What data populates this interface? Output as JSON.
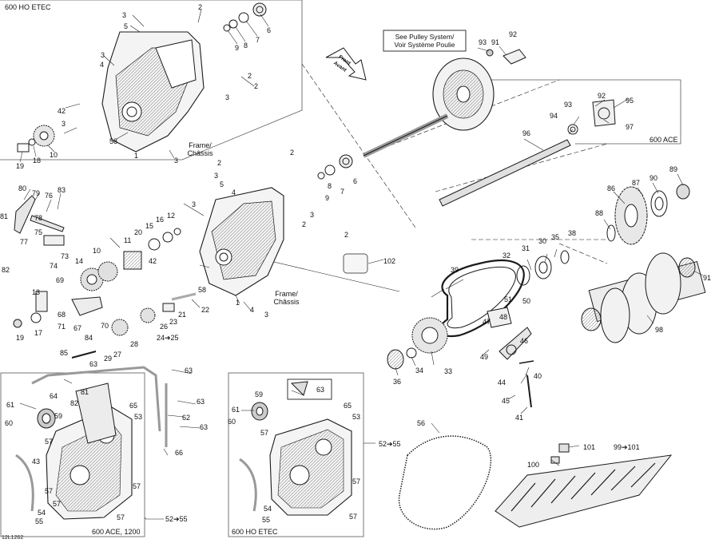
{
  "header_left": "600 HO ETEC",
  "box_ace_label": "600 ACE",
  "bottom_left_label": "600 ACE, 1200",
  "bottom_mid_label": "600 HO ETEC",
  "pulley_note": "See Pulley System/\nVoir Système Poulie",
  "front_arrow": "Front\nAvant",
  "frame_chassis_1": "Frame/\nChâssis",
  "frame_chassis_2": "Frame/\nChâssis",
  "image_code": "12L1262",
  "colors": {
    "line": "#1a1a1a",
    "box": "#555555",
    "fill_part": "#eaeaea"
  },
  "callouts": [
    {
      "id": "c-600ho-3a",
      "text": "3"
    },
    {
      "id": "c-2a",
      "text": "2"
    },
    {
      "id": "c-5a",
      "text": "5"
    },
    {
      "id": "c-6a",
      "text": "6"
    },
    {
      "id": "c-7a",
      "text": "7"
    },
    {
      "id": "c-8a",
      "text": "8"
    },
    {
      "id": "c-9a",
      "text": "9"
    },
    {
      "id": "c-3b",
      "text": "3"
    },
    {
      "id": "c-4a",
      "text": "4"
    },
    {
      "id": "c-2b",
      "text": "2"
    },
    {
      "id": "c-2c",
      "text": "2"
    },
    {
      "id": "c-3c",
      "text": "3"
    },
    {
      "id": "c-42a",
      "text": "42"
    },
    {
      "id": "c-3d",
      "text": "3"
    },
    {
      "id": "c-58a",
      "text": "58"
    },
    {
      "id": "c-1a",
      "text": "1"
    },
    {
      "id": "c-3e",
      "text": "3"
    },
    {
      "id": "c-19a",
      "text": "19"
    },
    {
      "id": "c-18a",
      "text": "18"
    },
    {
      "id": "c-10a",
      "text": "10"
    },
    {
      "id": "c-93a",
      "text": "93"
    },
    {
      "id": "c-91a",
      "text": "91"
    },
    {
      "id": "c-92a",
      "text": "92"
    },
    {
      "id": "c-92b",
      "text": "92"
    },
    {
      "id": "c-93b",
      "text": "93"
    },
    {
      "id": "c-95a",
      "text": "95"
    },
    {
      "id": "c-94a",
      "text": "94"
    },
    {
      "id": "c-97a",
      "text": "97"
    },
    {
      "id": "c-96a",
      "text": "96"
    },
    {
      "id": "c-89a",
      "text": "89"
    },
    {
      "id": "c-90a",
      "text": "90"
    },
    {
      "id": "c-87a",
      "text": "87"
    },
    {
      "id": "c-86a",
      "text": "86"
    },
    {
      "id": "c-88a",
      "text": "88"
    },
    {
      "id": "c-91b",
      "text": "91"
    },
    {
      "id": "c-98a",
      "text": "98"
    },
    {
      "id": "c-2d",
      "text": "2"
    },
    {
      "id": "c-3f",
      "text": "3"
    },
    {
      "id": "c-2e",
      "text": "2"
    },
    {
      "id": "c-5b",
      "text": "5"
    },
    {
      "id": "c-4b",
      "text": "4"
    },
    {
      "id": "c-8b",
      "text": "8"
    },
    {
      "id": "c-7b",
      "text": "7"
    },
    {
      "id": "c-6b",
      "text": "6"
    },
    {
      "id": "c-9b",
      "text": "9"
    },
    {
      "id": "c-3g",
      "text": "3"
    },
    {
      "id": "c-3h",
      "text": "3"
    },
    {
      "id": "c-2f",
      "text": "2"
    },
    {
      "id": "c-2g",
      "text": "2"
    },
    {
      "id": "c-102a",
      "text": "102"
    },
    {
      "id": "c-80a",
      "text": "80"
    },
    {
      "id": "c-79a",
      "text": "79"
    },
    {
      "id": "c-76a",
      "text": "76"
    },
    {
      "id": "c-83a",
      "text": "83"
    },
    {
      "id": "c-81a",
      "text": "81"
    },
    {
      "id": "c-78a",
      "text": "78"
    },
    {
      "id": "c-77a",
      "text": "77"
    },
    {
      "id": "c-75a",
      "text": "75"
    },
    {
      "id": "c-73a",
      "text": "73"
    },
    {
      "id": "c-74a",
      "text": "74"
    },
    {
      "id": "c-82a",
      "text": "82"
    },
    {
      "id": "c-14a",
      "text": "14"
    },
    {
      "id": "c-69a",
      "text": "69"
    },
    {
      "id": "c-10b",
      "text": "10"
    },
    {
      "id": "c-11a",
      "text": "11"
    },
    {
      "id": "c-20a",
      "text": "20"
    },
    {
      "id": "c-15a",
      "text": "15"
    },
    {
      "id": "c-16a",
      "text": "16"
    },
    {
      "id": "c-12a",
      "text": "12"
    },
    {
      "id": "c-42b",
      "text": "42"
    },
    {
      "id": "c-13a",
      "text": "13"
    },
    {
      "id": "c-68a",
      "text": "68"
    },
    {
      "id": "c-67a",
      "text": "67"
    },
    {
      "id": "c-70a",
      "text": "70"
    },
    {
      "id": "c-19b",
      "text": "19"
    },
    {
      "id": "c-17a",
      "text": "17"
    },
    {
      "id": "c-71a",
      "text": "71"
    },
    {
      "id": "c-58b",
      "text": "58"
    },
    {
      "id": "c-1b",
      "text": "1"
    },
    {
      "id": "c-4c",
      "text": "4"
    },
    {
      "id": "c-3i",
      "text": "3"
    },
    {
      "id": "c-21a",
      "text": "21"
    },
    {
      "id": "c-22a",
      "text": "22"
    },
    {
      "id": "c-23a",
      "text": "23"
    },
    {
      "id": "c-26a",
      "text": "26"
    },
    {
      "id": "c-24a",
      "text": "24➔25"
    },
    {
      "id": "c-28a",
      "text": "28"
    },
    {
      "id": "c-27a",
      "text": "27"
    },
    {
      "id": "c-29a",
      "text": "29"
    },
    {
      "id": "c-84a",
      "text": "84"
    },
    {
      "id": "c-85a",
      "text": "85"
    },
    {
      "id": "c-63a",
      "text": "63"
    },
    {
      "id": "c-63b",
      "text": "63"
    },
    {
      "id": "c-63c",
      "text": "63"
    },
    {
      "id": "c-63d",
      "text": "63"
    },
    {
      "id": "c-62a",
      "text": "62"
    },
    {
      "id": "c-66a",
      "text": "66"
    },
    {
      "id": "c-39a",
      "text": "39"
    },
    {
      "id": "c-32a",
      "text": "32"
    },
    {
      "id": "c-31a",
      "text": "31"
    },
    {
      "id": "c-30a",
      "text": "30"
    },
    {
      "id": "c-35a",
      "text": "35"
    },
    {
      "id": "c-38a",
      "text": "38"
    },
    {
      "id": "c-51a",
      "text": "51"
    },
    {
      "id": "c-50a",
      "text": "50"
    },
    {
      "id": "c-48a",
      "text": "48"
    },
    {
      "id": "c-47a",
      "text": "47"
    },
    {
      "id": "c-46a",
      "text": "46"
    },
    {
      "id": "c-49a",
      "text": "49"
    },
    {
      "id": "c-36a",
      "text": "36"
    },
    {
      "id": "c-34a",
      "text": "34"
    },
    {
      "id": "c-33a",
      "text": "33"
    },
    {
      "id": "c-40a",
      "text": "40"
    },
    {
      "id": "c-44a",
      "text": "44"
    },
    {
      "id": "c-45a",
      "text": "45"
    },
    {
      "id": "c-41a",
      "text": "41"
    },
    {
      "id": "c-61a",
      "text": "61"
    },
    {
      "id": "c-64a",
      "text": "64"
    },
    {
      "id": "c-60a",
      "text": "60"
    },
    {
      "id": "c-59a",
      "text": "59"
    },
    {
      "id": "c-81b",
      "text": "81"
    },
    {
      "id": "c-82b",
      "text": "82"
    },
    {
      "id": "c-65a",
      "text": "65"
    },
    {
      "id": "c-53a",
      "text": "53"
    },
    {
      "id": "c-57a",
      "text": "57"
    },
    {
      "id": "c-43a",
      "text": "43"
    },
    {
      "id": "c-57b",
      "text": "57"
    },
    {
      "id": "c-57c",
      "text": "57"
    },
    {
      "id": "c-57d",
      "text": "57"
    },
    {
      "id": "c-54a",
      "text": "54"
    },
    {
      "id": "c-55a",
      "text": "55"
    },
    {
      "id": "c-57e",
      "text": "57"
    },
    {
      "id": "c-52a",
      "text": "52➔55"
    },
    {
      "id": "c-59b",
      "text": "59"
    },
    {
      "id": "c-63e",
      "text": "63"
    },
    {
      "id": "c-61b",
      "text": "61"
    },
    {
      "id": "c-60b",
      "text": "60"
    },
    {
      "id": "c-57f",
      "text": "57"
    },
    {
      "id": "c-65b",
      "text": "65"
    },
    {
      "id": "c-53b",
      "text": "53"
    },
    {
      "id": "c-57g",
      "text": "57"
    },
    {
      "id": "c-54b",
      "text": "54"
    },
    {
      "id": "c-55b",
      "text": "55"
    },
    {
      "id": "c-57h",
      "text": "57"
    },
    {
      "id": "c-52b",
      "text": "52➔55"
    },
    {
      "id": "c-56a",
      "text": "56"
    },
    {
      "id": "c-101a",
      "text": "101"
    },
    {
      "id": "c-99a",
      "text": "99➔101"
    },
    {
      "id": "c-100a",
      "text": "100"
    }
  ]
}
